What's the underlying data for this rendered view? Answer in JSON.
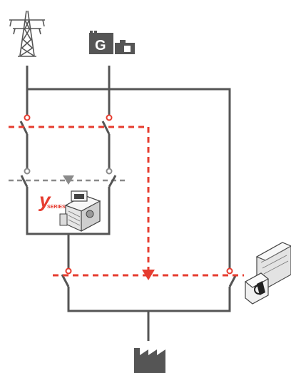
{
  "generator": {
    "letter": "G"
  },
  "series_logo": {
    "letter": "y",
    "word": "SERIES"
  },
  "colors": {
    "wire": "#555555",
    "accent": "#e63c2f",
    "dashed_gray": "#8a8a8a",
    "device_fill": "#f2f2f2"
  },
  "icons": {
    "grid_source": "transmission-tower-icon",
    "generator_source": "generator-icon",
    "load": "factory-icon",
    "y_series_device": "y-series-switch-device-icon",
    "manual_switch_device": "manual-changeover-switch-icon"
  }
}
